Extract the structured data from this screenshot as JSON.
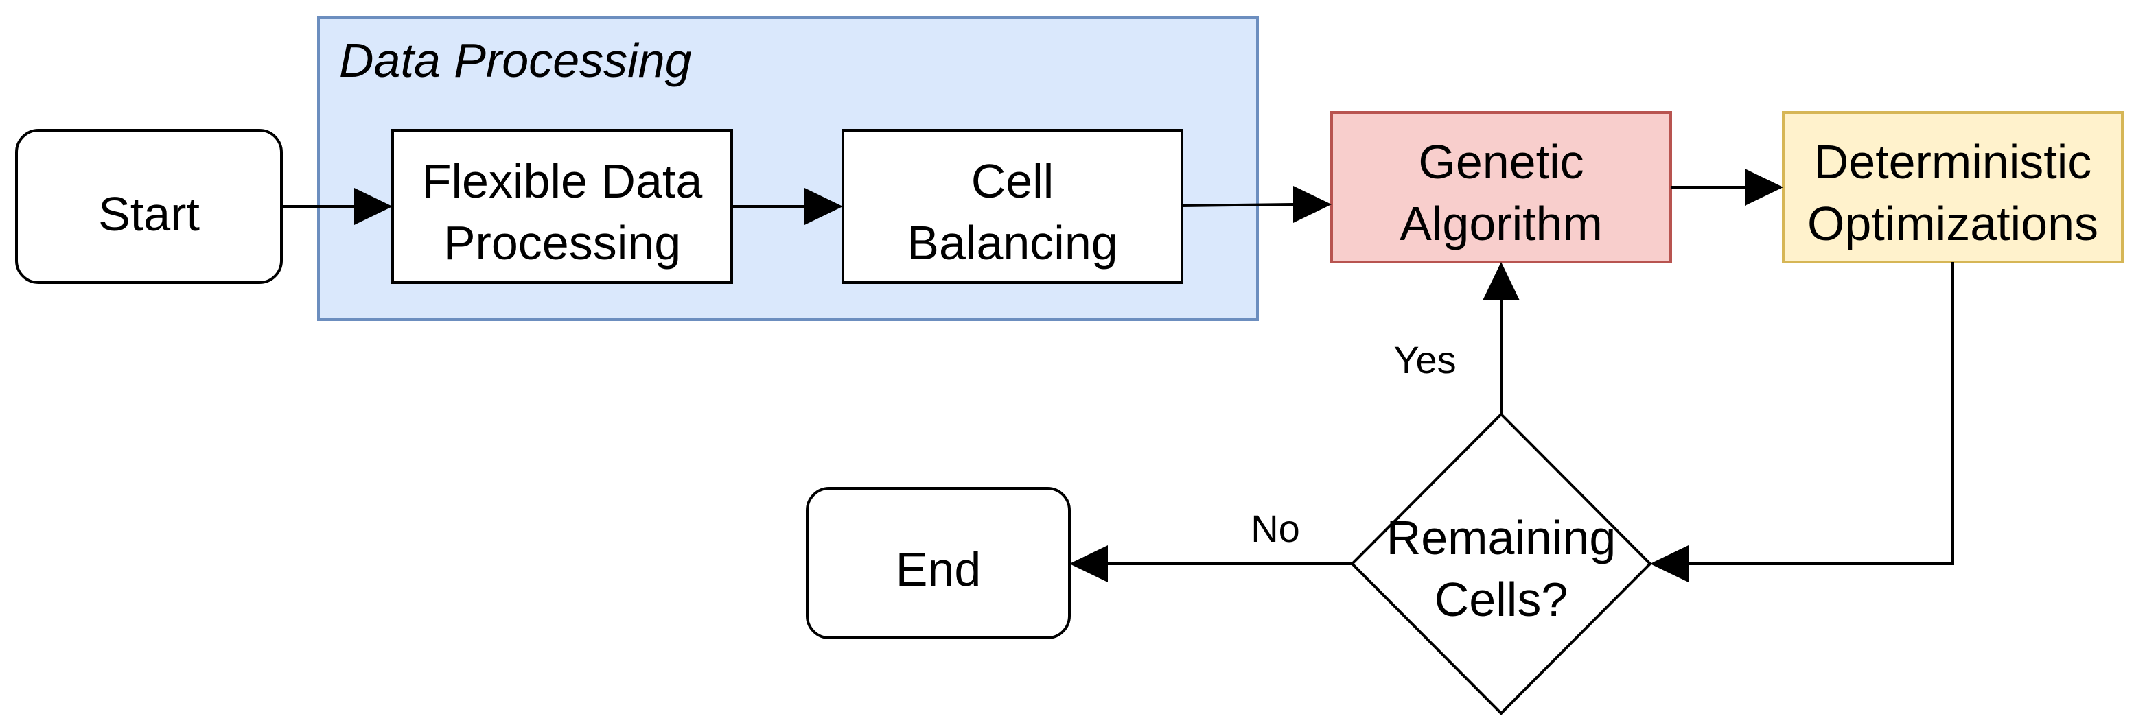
{
  "diagram": {
    "group": {
      "label": "Data Processing",
      "fill": "#dae8fc",
      "stroke": "#6c8ebf"
    },
    "nodes": {
      "start": {
        "line1": "Start"
      },
      "flexible": {
        "line1": "Flexible Data",
        "line2": "Processing"
      },
      "balancing": {
        "line1": "Cell",
        "line2": "Balancing"
      },
      "genetic": {
        "line1": "Genetic",
        "line2": "Algorithm",
        "fill": "#f8cecc",
        "stroke": "#b85450"
      },
      "deterministic": {
        "line1": "Deterministic",
        "line2": "Optimizations",
        "fill": "#fff2cc",
        "stroke": "#d6b656"
      },
      "decision": {
        "line1": "Remaining",
        "line2": "Cells?"
      },
      "end": {
        "line1": "End"
      }
    },
    "edges": {
      "yes_label": "Yes",
      "no_label": "No"
    }
  }
}
